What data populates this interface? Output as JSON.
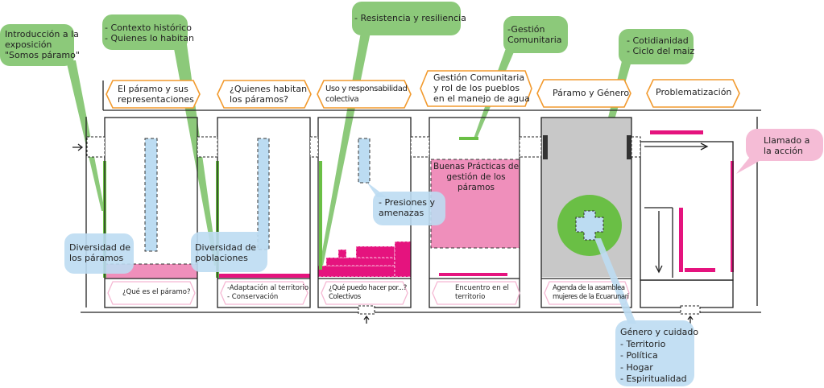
{
  "colors": {
    "green": "#8cc97a",
    "green_strong": "#6abf45",
    "blue": "#bcdcf2",
    "pink": "#ef8fbb",
    "magenta": "#e5137e",
    "orange": "#f29a2e",
    "gray": "#c8c8c8"
  },
  "green_notes": [
    {
      "lines": [
        "Introducción a la",
        "exposición",
        "\"Somos páramo\""
      ]
    },
    {
      "lines": [
        "- Contexto histórico",
        "- Quienes lo habitan"
      ]
    },
    {
      "lines": [
        "- Resistencia y resiliencia"
      ]
    },
    {
      "lines": [
        "-Gestión",
        "Comunitaria"
      ]
    },
    {
      "lines": [
        "- Cotidianidad",
        "- Ciclo del maiz"
      ]
    }
  ],
  "room_titles": [
    {
      "lines": [
        "El páramo y sus",
        "representaciones"
      ]
    },
    {
      "lines": [
        "¿Quienes habitan",
        "los páramos?"
      ]
    },
    {
      "lines": [
        "Uso y responsabilidad",
        "colectiva"
      ]
    },
    {
      "lines": [
        "Gestión Comunitaria",
        "y rol de los pueblos",
        "en el manejo de agua"
      ]
    },
    {
      "lines": [
        "Páramo y Género"
      ]
    },
    {
      "lines": [
        "Problematización"
      ]
    }
  ],
  "room_footers": [
    {
      "lines": [
        "¿Qué es el páramo?"
      ]
    },
    {
      "lines": [
        "-Adaptación al territorio",
        "- Conservación"
      ]
    },
    {
      "lines": [
        "¿Qué puedo hacer por...?",
        "Colectivos"
      ]
    },
    {
      "lines": [
        "Encuentro en el",
        "territorio"
      ]
    },
    {
      "lines": [
        "Agenda de la asamblea",
        "mujeres de la Ecuarunari"
      ]
    }
  ],
  "blue_notes": [
    {
      "lines": [
        "Diversidad de",
        "los páramos"
      ]
    },
    {
      "lines": [
        "Diversidad de",
        "poblaciones"
      ]
    },
    {
      "lines": [
        "- Presiones y",
        "amenazas"
      ]
    },
    {
      "lines": [
        "Género y cuidado",
        "- Territorio",
        "- Política",
        "- Hogar",
        "- Espiritualidad"
      ]
    }
  ],
  "pink_block": {
    "lines": [
      "Buenas Prácticas de",
      "gestión de los",
      "páramos"
    ]
  },
  "pink_note": {
    "lines": [
      "Llamado a",
      "la acción"
    ]
  }
}
